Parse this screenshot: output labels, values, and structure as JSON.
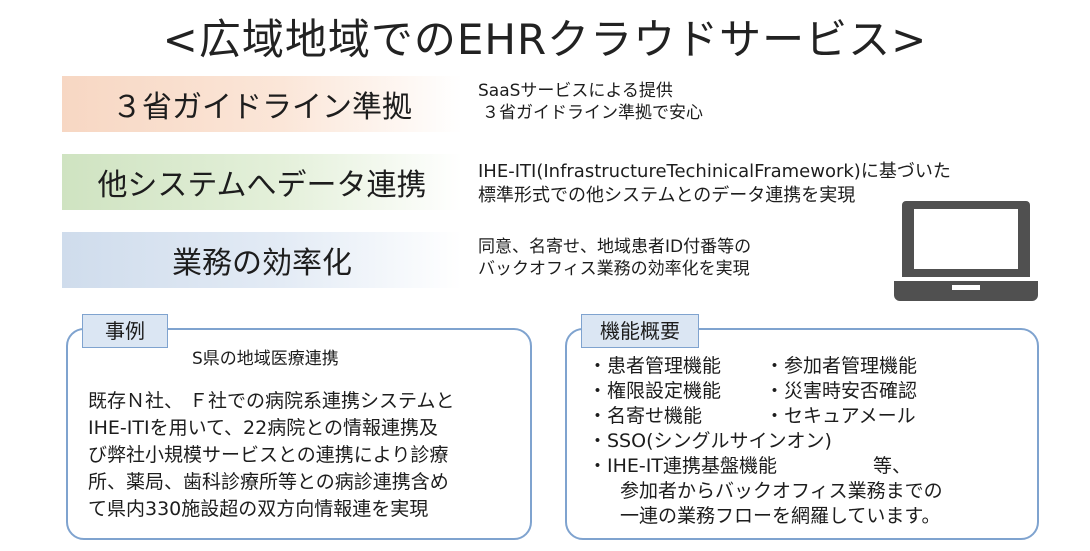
{
  "title": "<広域地域でのEHRクラウドサービス>",
  "banners": [
    {
      "label": "３省ガイドライン準拠",
      "desc": [
        "SaaSサービスによる提供",
        "３省ガイドライン準拠で安心"
      ]
    },
    {
      "label": "他システムへデータ連携",
      "desc": [
        "IHE-ITI(InfrastructureTechinicalFramework)に基づいた",
        "標準形式での他システムとのデータ連携を実現"
      ]
    },
    {
      "label": "業務の効率化",
      "desc": [
        "同意、名寄せ、地域患者ID付番等の",
        "バックオフィス業務の効率化を実現"
      ]
    }
  ],
  "case": {
    "tag": "事例",
    "subtitle": "S県の地域医療連携",
    "lines": [
      "既存Ｎ社、 Ｆ社での病院系連携システムと",
      "IHE-ITIを用いて、22病院との情報連携及",
      "び弊社小規模サービスとの連携により診療",
      "所、薬局、歯科診療所等との病診連携含め",
      "て県内330施設超の双方向情報連を実現"
    ]
  },
  "features": {
    "tag": "機能概要",
    "rows": [
      {
        "a": "・患者管理機能",
        "b": "・参加者管理機能"
      },
      {
        "a": "・権限設定機能",
        "b": "・災害時安否確認"
      },
      {
        "a": "・名寄せ機能",
        "b": "・セキュアメール"
      },
      {
        "a": "・SSO(シングルサインオン)"
      },
      {
        "a": "・IHE-IT連携基盤機能",
        "c": "等、"
      }
    ],
    "tail": [
      "参加者からバックオフィス業務までの",
      "一連の業務フローを網羅しています。"
    ]
  },
  "icons": {
    "laptop": "laptop-icon"
  },
  "colors": {
    "banner1": "#f7d7c3",
    "banner2": "#cfe3c1",
    "banner3": "#cfdcec",
    "box_border": "#7fa3cf",
    "tag_fill": "#dbe6f3"
  }
}
